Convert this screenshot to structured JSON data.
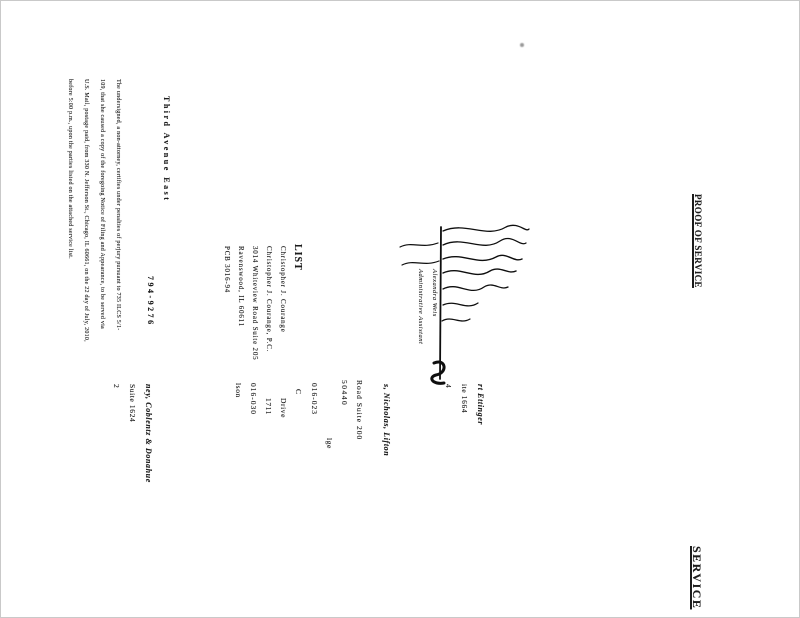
{
  "headings": {
    "proof_of_service": "PROOF OF SERVICE",
    "service": "SERVICE"
  },
  "letterhead": {
    "line1": "Third Avenue East",
    "line2": "794-9276"
  },
  "body": {
    "lines": [
      "The undersigned, a non-attorney, certifies under penalties of perjury pursuant to 735 ILCS 5/1-",
      "109, that she caused a copy of the foregoing Notice of Filing and Appearance, to be served via",
      "U.S. Mail, postage paid, from 330 N. Jefferson St., Chicago, IL 60661, on the 22 day of July, 2010,",
      "before 5:00 p.m., upon the parties listed on the attached service list."
    ]
  },
  "signature": {
    "name": "Alexandra Weis",
    "title": "Administrative Assistant"
  },
  "service_list": {
    "header": "LIST",
    "attorney_block": [
      "Christopher J. Courange",
      "Christopher J. Courange, P.C.",
      "3014 Whiteview Road Suite 205",
      "Ravenswood, IL 60611",
      "PCB 3016-94"
    ],
    "entries": [
      {
        "text": "rt Ettinger"
      },
      {
        "text": "ite 1664"
      },
      {
        "text": "4"
      },
      {
        "text": "s, Nicholas, Lifton"
      },
      {
        "text": "Road Suite 200"
      },
      {
        "text": "50440"
      },
      {
        "text": "lge"
      },
      {
        "text": "016-023"
      },
      {
        "text": "C"
      },
      {
        "text": "Drive"
      },
      {
        "text": "1711"
      },
      {
        "text": "016-030"
      },
      {
        "text": "lson"
      },
      {
        "text": "ney, Coblentz & Donahue"
      },
      {
        "text": "Suite 1624"
      },
      {
        "text": "2"
      }
    ]
  }
}
